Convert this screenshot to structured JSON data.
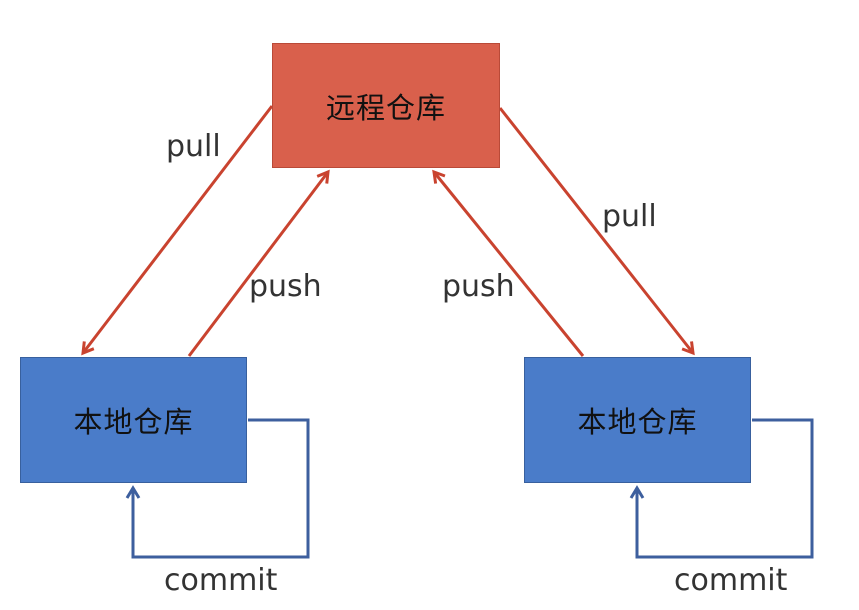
{
  "remote": {
    "label": "远程仓库"
  },
  "local_left": {
    "label": "本地仓库",
    "commit_label": "commit"
  },
  "local_right": {
    "label": "本地仓库",
    "commit_label": "commit"
  },
  "edges": {
    "left_pull": "pull",
    "left_push": "push",
    "right_push": "push",
    "right_pull": "pull"
  },
  "colors": {
    "remote_fill": "#d9604c",
    "local_fill": "#4a7cc9",
    "sync_arrow": "#c9432f",
    "commit_arrow": "#3d5f9e"
  }
}
